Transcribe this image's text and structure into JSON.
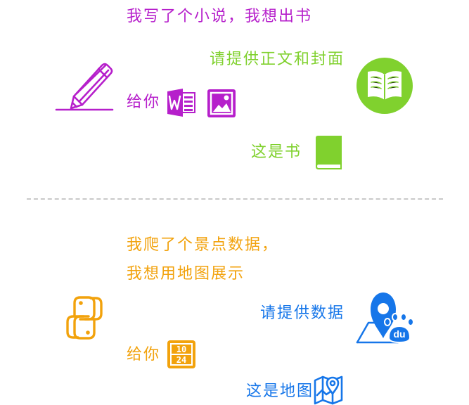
{
  "section1": {
    "line1": "我写了个小说，我想出书",
    "request": "请提供正文和封面",
    "give": "给你",
    "result": "这是书",
    "colors": {
      "user": "#B61FCB",
      "publisher": "#80D12E"
    },
    "icons": {
      "user": "pencil-icon",
      "publisher": "open-book-icon",
      "text_file": "word-document-icon",
      "cover": "image-icon",
      "output": "closed-book-icon"
    }
  },
  "section2": {
    "line1": "我爬了个景点数据，",
    "line2": "我想用地图展示",
    "request": "请提供数据",
    "give": "给你",
    "result": "这是地图",
    "data_icon_digits": [
      "10",
      "24"
    ],
    "map_provider_text": "du",
    "colors": {
      "user": "#F2A20C",
      "map_service": "#1676E9"
    },
    "icons": {
      "user": "python-logo-icon",
      "map_service": "baidu-map-location-icon",
      "data": "data-grid-icon",
      "output": "map-icon"
    }
  }
}
